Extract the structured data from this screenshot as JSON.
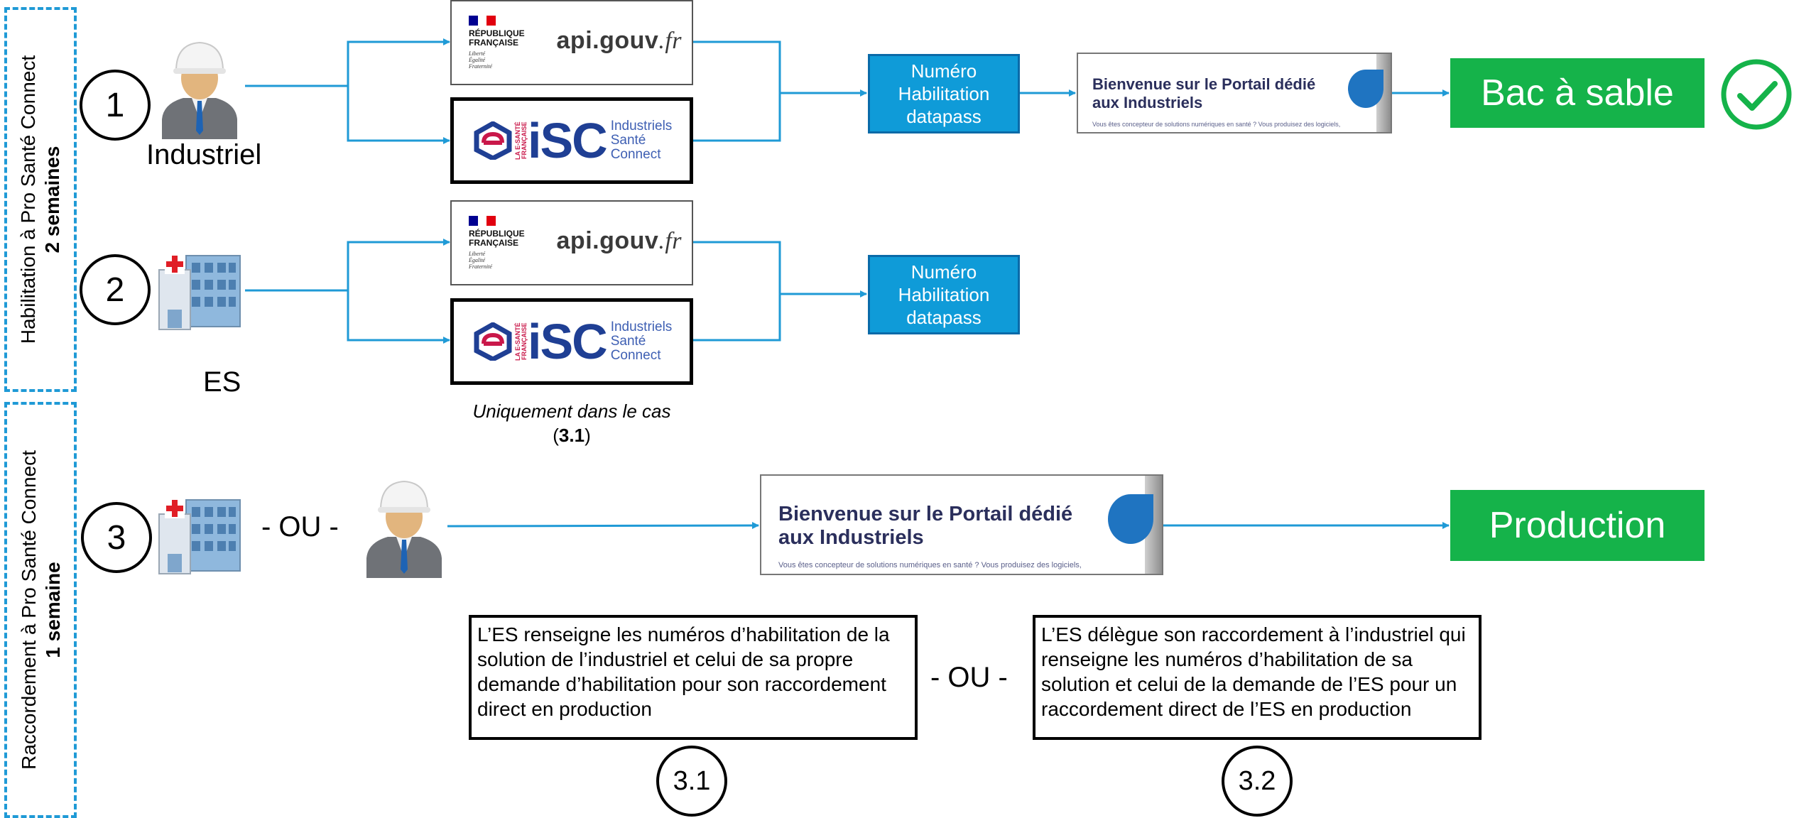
{
  "phases": [
    {
      "label": "Habilitation à Pro Santé Connect",
      "duration": "2 semaines"
    },
    {
      "label": "Raccordement à Pro Santé Connect",
      "duration": "1 semaine"
    }
  ],
  "steps": {
    "step1": "1",
    "step2": "2",
    "step3": "3",
    "step31": "3.1",
    "step32": "3.2"
  },
  "actors": {
    "industriel": "Industriel",
    "es": "ES"
  },
  "logos": {
    "rf_line1": "RÉPUBLIQUE",
    "rf_line2": "FRANÇAISE",
    "rf_motto1": "Liberté",
    "rf_motto2": "Égalité",
    "rf_motto3": "Fraternité",
    "api_text": "api.gouv",
    "api_suffix": ".fr",
    "isc_big": "iSC",
    "isc_vertical": "LA E-SANTÉ FRANÇAISE",
    "isc_sub1": "Industriels",
    "isc_sub2": "Santé",
    "isc_sub3": "Connect"
  },
  "datapass": {
    "line1": "Numéro",
    "line2": "Habilitation",
    "line3": "datapass"
  },
  "portal": {
    "title1": "Bienvenue sur le Portail dédié",
    "title2": "aux Industriels",
    "subtitle": "Vous êtes concepteur de solutions numériques en santé ? Vous produisez des logiciels,"
  },
  "outcomes": {
    "sandbox": "Bac à sable",
    "production": "Production"
  },
  "ou_label": "- OU -",
  "note": {
    "italic": "Uniquement dans le cas",
    "ref_open": "(",
    "ref_bold": "3.1",
    "ref_close": ")"
  },
  "options": {
    "option31": "L’ES renseigne les numéros d’habilitation de la solution de l’industriel et celui de sa propre demande d’habilitation pour son raccordement direct en production",
    "option32": "L’ES délègue son raccordement à l’industriel qui renseigne les numéros d’habilitation de sa solution et celui de la demande de l’ES pour un raccordement direct de l’ES en production"
  },
  "colors": {
    "accent_blue": "#0f9bd8",
    "success_green": "#15b34a",
    "dashed_border": "#1f9ad6",
    "isc_blue": "#1f3f94",
    "isc_pink": "#c9184a"
  },
  "icons": {
    "industrial_worker": "worker-hardhat-icon",
    "hospital": "hospital-building-icon",
    "success": "check-circle-icon"
  }
}
